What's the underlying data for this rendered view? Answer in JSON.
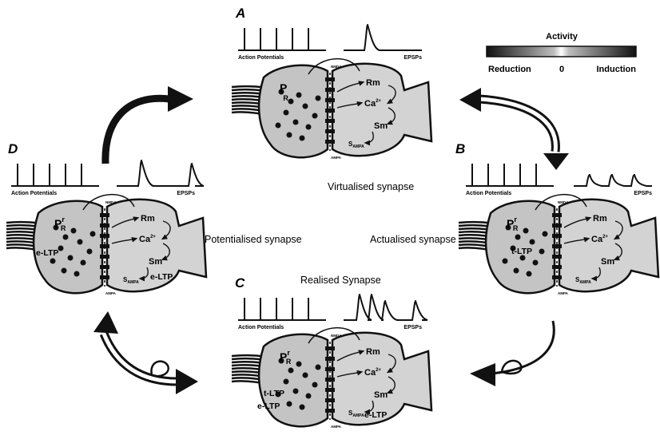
{
  "legend": {
    "title": "Activity",
    "reduction": "Reduction",
    "zero": "0",
    "induction": "Induction"
  },
  "states": {
    "A": {
      "letter": "A",
      "caption": "Virtualised synapse",
      "ap_label": "Action Potentials",
      "epsp_label": "EPSPs",
      "p_main": "P",
      "p_sup": "",
      "p_sub": "R",
      "rm": "Rm",
      "ca": "Ca",
      "ca_sup": "2+",
      "sm": "Sm",
      "ampa": "S",
      "ampa_sub": "AMPA",
      "nmda": "NMDA",
      "ampa_rec": "AMPA",
      "ltp": []
    },
    "B": {
      "letter": "B",
      "caption": "Actualised synapse",
      "ap_label": "Action Potentials",
      "epsp_label": "EPSPs",
      "p_main": "P",
      "p_sup": "r",
      "p_sub": "R",
      "rm": "Rm",
      "ca": "Ca",
      "ca_sup": "2+",
      "sm": "Sm",
      "ampa": "S",
      "ampa_sub": "AMPA",
      "nmda": "NMDA",
      "ampa_rec": "AMPA",
      "ltp": [
        "t-LTP"
      ]
    },
    "C": {
      "letter": "C",
      "caption": "Realised Synapse",
      "ap_label": "Action Potentials",
      "epsp_label": "EPSPs",
      "p_main": "P",
      "p_sup": "r",
      "p_sub": "R",
      "rm": "Rm",
      "ca": "Ca",
      "ca_sup": "2+",
      "sm": "Sm",
      "ampa": "S",
      "ampa_sub": "AMPA",
      "nmda": "NMDA",
      "ampa_rec": "AMPA",
      "ltp": [
        "t-LTP",
        "e-LTP",
        "e-LTP"
      ]
    },
    "D": {
      "letter": "D",
      "caption": "Potentialised synapse",
      "ap_label": "Action Potentials",
      "epsp_label": "EPSPs",
      "p_main": "P",
      "p_sup": "r",
      "p_sub": "R",
      "rm": "Rm",
      "ca": "Ca",
      "ca_sup": "2+",
      "sm": "Sm",
      "ampa": "S",
      "ampa_sub": "AMPA",
      "nmda": "NMDA",
      "ampa_rec": "AMPA",
      "ltp": [
        "e-LTP",
        "e-LTP"
      ]
    }
  },
  "colors": {
    "ink": "#111111",
    "terminal_fill": "#c4c4c4",
    "spine_fill": "#d3d3d3",
    "paper": "#ffffff"
  }
}
